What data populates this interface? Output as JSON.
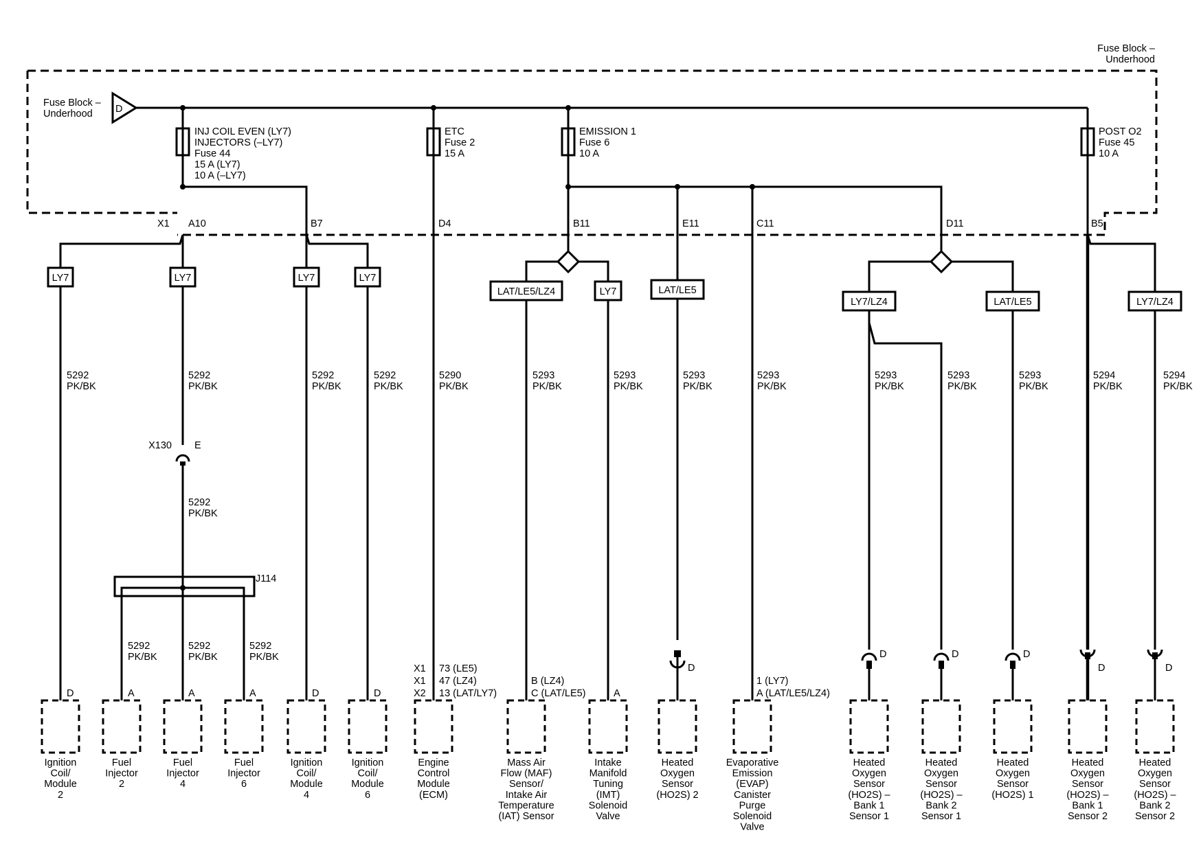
{
  "fuse_block": {
    "name_top": [
      "Fuse Block –",
      "Underhood"
    ],
    "name_left": [
      "Fuse Block –",
      "Underhood"
    ],
    "feed_label": "D"
  },
  "fuses": [
    {
      "lines": [
        "INJ COIL EVEN (LY7)",
        "INJECTORS (–LY7)",
        "Fuse 44",
        "15 A (LY7)",
        "10 A (–LY7)"
      ]
    },
    {
      "lines": [
        "ETC",
        "Fuse 2",
        "15 A"
      ]
    },
    {
      "lines": [
        "EMISSION 1",
        "Fuse 6",
        "10 A"
      ]
    },
    {
      "lines": [
        "POST O2",
        "Fuse 45",
        "10 A"
      ]
    }
  ],
  "connector_labels": {
    "x1": "X1",
    "a10": "A10",
    "b7": "B7",
    "d4": "D4",
    "b11": "B11",
    "e11": "E11",
    "c11": "C11",
    "d11": "D11",
    "b5": "B5"
  },
  "options": {
    "ly7": "LY7",
    "lat_le5_lz4": "LAT/LE5/LZ4",
    "lat_le5": "LAT/LE5",
    "ly7_lz4": "LY7/LZ4"
  },
  "wires": {
    "w5292": [
      "5292",
      "PK/BK"
    ],
    "w5290": [
      "5290",
      "PK/BK"
    ],
    "w5293": [
      "5293",
      "PK/BK"
    ],
    "w5294": [
      "5294",
      "PK/BK"
    ]
  },
  "inline_connector": {
    "name": "X130",
    "pin": "E"
  },
  "splice": "J114",
  "pins": {
    "d": "D",
    "a": "A",
    "ecm": [
      "X1",
      "73 (LE5)",
      "X1",
      "47 (LZ4)",
      "X2",
      "13 (LAT/LY7)"
    ],
    "maf": [
      "B (LZ4)",
      "C (LAT/LE5)"
    ],
    "evap": [
      "1 (LY7)",
      "A (LAT/LE5/LZ4)"
    ]
  },
  "components": [
    {
      "lines": [
        "Ignition",
        "Coil/",
        "Module",
        "2"
      ]
    },
    {
      "lines": [
        "Fuel",
        "Injector",
        "2"
      ]
    },
    {
      "lines": [
        "Fuel",
        "Injector",
        "4"
      ]
    },
    {
      "lines": [
        "Fuel",
        "Injector",
        "6"
      ]
    },
    {
      "lines": [
        "Ignition",
        "Coil/",
        "Module",
        "4"
      ]
    },
    {
      "lines": [
        "Ignition",
        "Coil/",
        "Module",
        "6"
      ]
    },
    {
      "lines": [
        "Engine",
        "Control",
        "Module",
        "(ECM)"
      ]
    },
    {
      "lines": [
        "Mass Air",
        "Flow (MAF)",
        "Sensor/",
        "Intake Air",
        "Temperature",
        "(IAT) Sensor"
      ]
    },
    {
      "lines": [
        "Intake",
        "Manifold",
        "Tuning",
        "(IMT)",
        "Solenoid",
        "Valve"
      ]
    },
    {
      "lines": [
        "Heated",
        "Oxygen",
        "Sensor",
        "(HO2S) 2"
      ]
    },
    {
      "lines": [
        "Evaporative",
        "Emission",
        "(EVAP)",
        "Canister",
        "Purge",
        "Solenoid",
        "Valve"
      ]
    },
    {
      "lines": [
        "Heated",
        "Oxygen",
        "Sensor",
        "(HO2S)  –",
        "Bank 1",
        "Sensor 1"
      ]
    },
    {
      "lines": [
        "Heated",
        "Oxygen",
        "Sensor",
        "(HO2S)  –",
        "Bank 2",
        "Sensor 1"
      ]
    },
    {
      "lines": [
        "Heated",
        "Oxygen",
        "Sensor",
        "(HO2S) 1"
      ]
    },
    {
      "lines": [
        "Heated",
        "Oxygen",
        "Sensor",
        "(HO2S)  –",
        "Bank 1",
        "Sensor 2"
      ]
    },
    {
      "lines": [
        "Heated",
        "Oxygen",
        "Sensor",
        "(HO2S)  –",
        "Bank 2",
        "Sensor 2"
      ]
    }
  ]
}
